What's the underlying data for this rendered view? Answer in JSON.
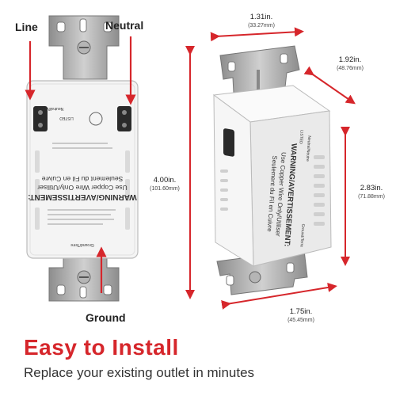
{
  "labels": {
    "line": "Line",
    "neutral": "Neutral",
    "ground": "Ground"
  },
  "dimensions": {
    "width_top": {
      "inches": "1.31in.",
      "mm": "(33.27mm)"
    },
    "depth_right": {
      "inches": "1.92in.",
      "mm": "(48.76mm)"
    },
    "height_left": {
      "inches": "4.00in.",
      "mm": "(101.60mm)"
    },
    "height_right": {
      "inches": "2.83in.",
      "mm": "(71.88mm)"
    },
    "width_bottom": {
      "inches": "1.75in.",
      "mm": "(45.45mm)"
    }
  },
  "device_text": {
    "warning": "WARNING/AVERTISSEMENT:",
    "copper_line1": "Use Copper Wire Only/Utiliser",
    "copper_line2": "Seulement du Fil en Cuivre",
    "ground_terre": "Ground/Terre",
    "neutral_neutre": "Neutral/Neutre",
    "listed": "LISTED"
  },
  "footer": {
    "headline": "Easy to Install",
    "subline": "Replace your existing outlet in minutes"
  },
  "colors": {
    "accent_red": "#d6262b",
    "device_white": "#f4f4f4",
    "metal": "#a8a8a8"
  }
}
